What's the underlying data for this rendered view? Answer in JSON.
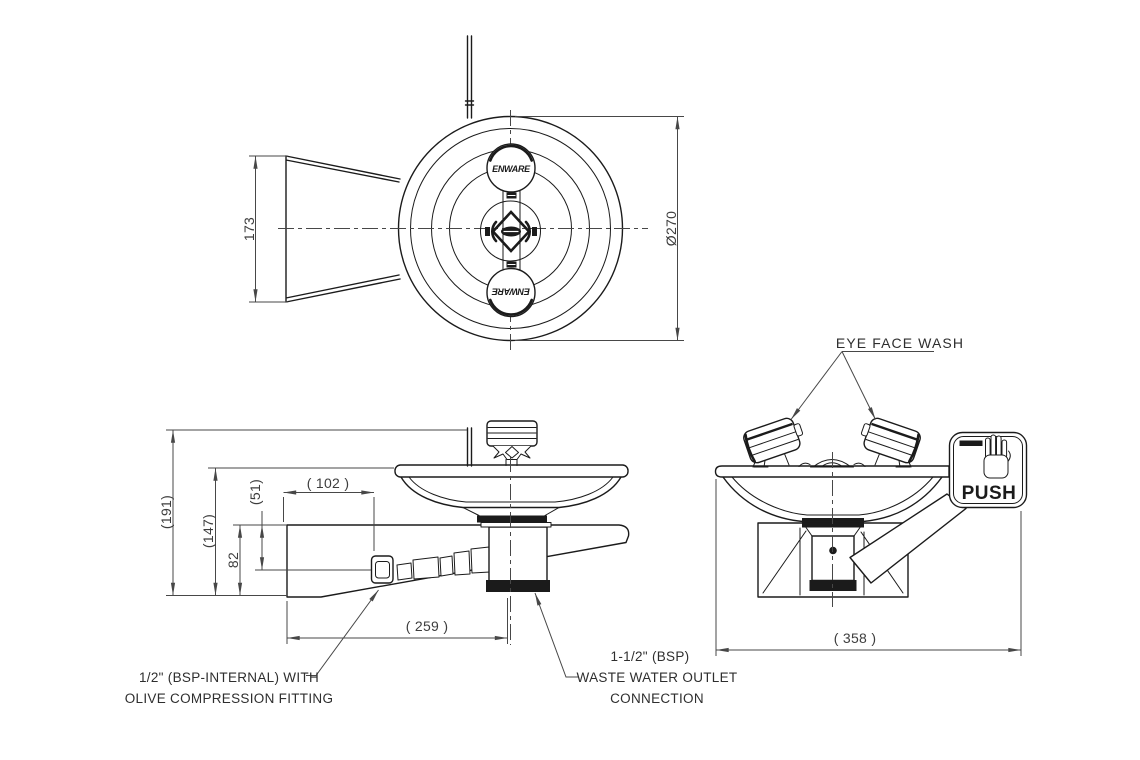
{
  "title": "Wall mounted eye face wash - technical drawing",
  "colors": {
    "background": "#ffffff",
    "object_line": "#1b1b1b",
    "dimension_line": "#474747",
    "text": "#3d3d3d"
  },
  "top_view": {
    "dim_bracket_width": "173",
    "dim_bowl_diameter": "Ø270",
    "brand_top": "ENWARE",
    "brand_bottom": "ENWARE"
  },
  "side_view": {
    "dim_height_overall": "(191)",
    "dim_height_rim": "(147)",
    "dim_height_bracket": "82",
    "dim_height_inlet": "(51)",
    "dim_inlet_offset": "( 102 )",
    "dim_depth": "( 259 )",
    "label_inlet_line1": "1/2\" (BSP-INTERNAL) WITH",
    "label_inlet_line2": "OLIVE COMPRESSION FITTING",
    "label_waste_line1": "1-1/2\" (BSP)",
    "label_waste_line2": "WASTE WATER OUTLET",
    "label_waste_line3": "CONNECTION"
  },
  "front_view": {
    "dim_width_overall": "( 358 )",
    "label_spray_heads": "EYE FACE WASH",
    "push_sign_text": "PUSH"
  }
}
